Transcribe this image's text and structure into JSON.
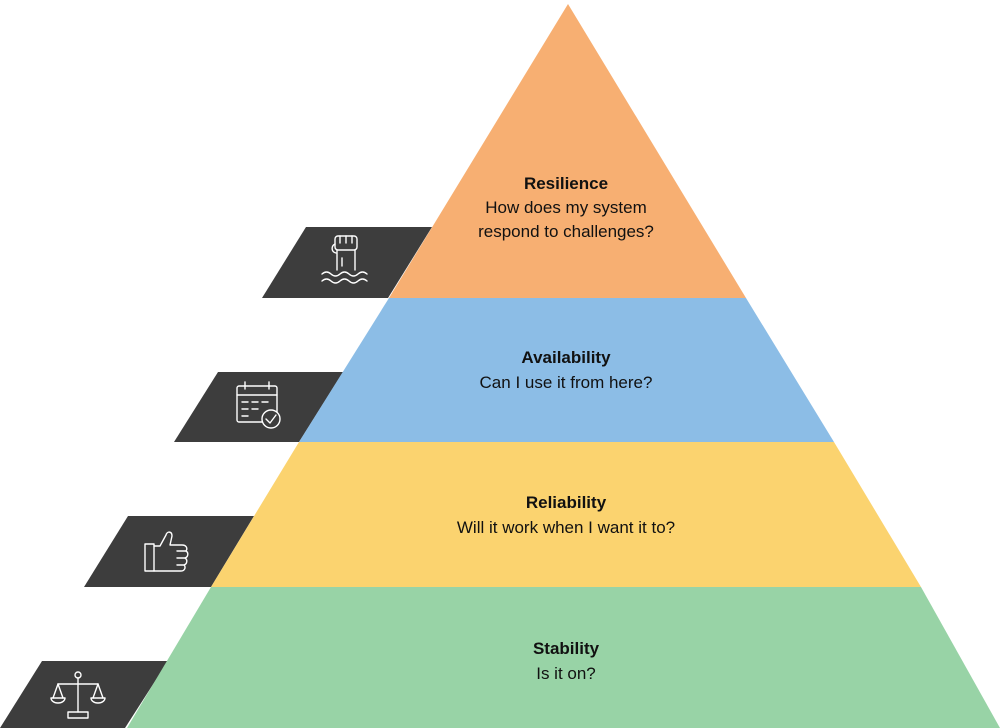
{
  "diagram": {
    "type": "pyramid",
    "tiers": [
      {
        "id": "resilience",
        "title": "Resilience",
        "lines": [
          "How does my system",
          "respond to challenges?"
        ],
        "color": "#F7AF72",
        "icon": "raised-fist-icon"
      },
      {
        "id": "availability",
        "title": "Availability",
        "lines": [
          "Can I use it from here?"
        ],
        "color": "#8CBDE6",
        "icon": "calendar-check-icon"
      },
      {
        "id": "reliability",
        "title": "Reliability",
        "lines": [
          "Will it work when I want it to?"
        ],
        "color": "#FBD36F",
        "icon": "thumbs-up-icon"
      },
      {
        "id": "stability",
        "title": "Stability",
        "lines": [
          "Is it on?"
        ],
        "color": "#98D3A6",
        "icon": "balance-scale-icon"
      }
    ],
    "tab_color": "#3D3D3D"
  }
}
